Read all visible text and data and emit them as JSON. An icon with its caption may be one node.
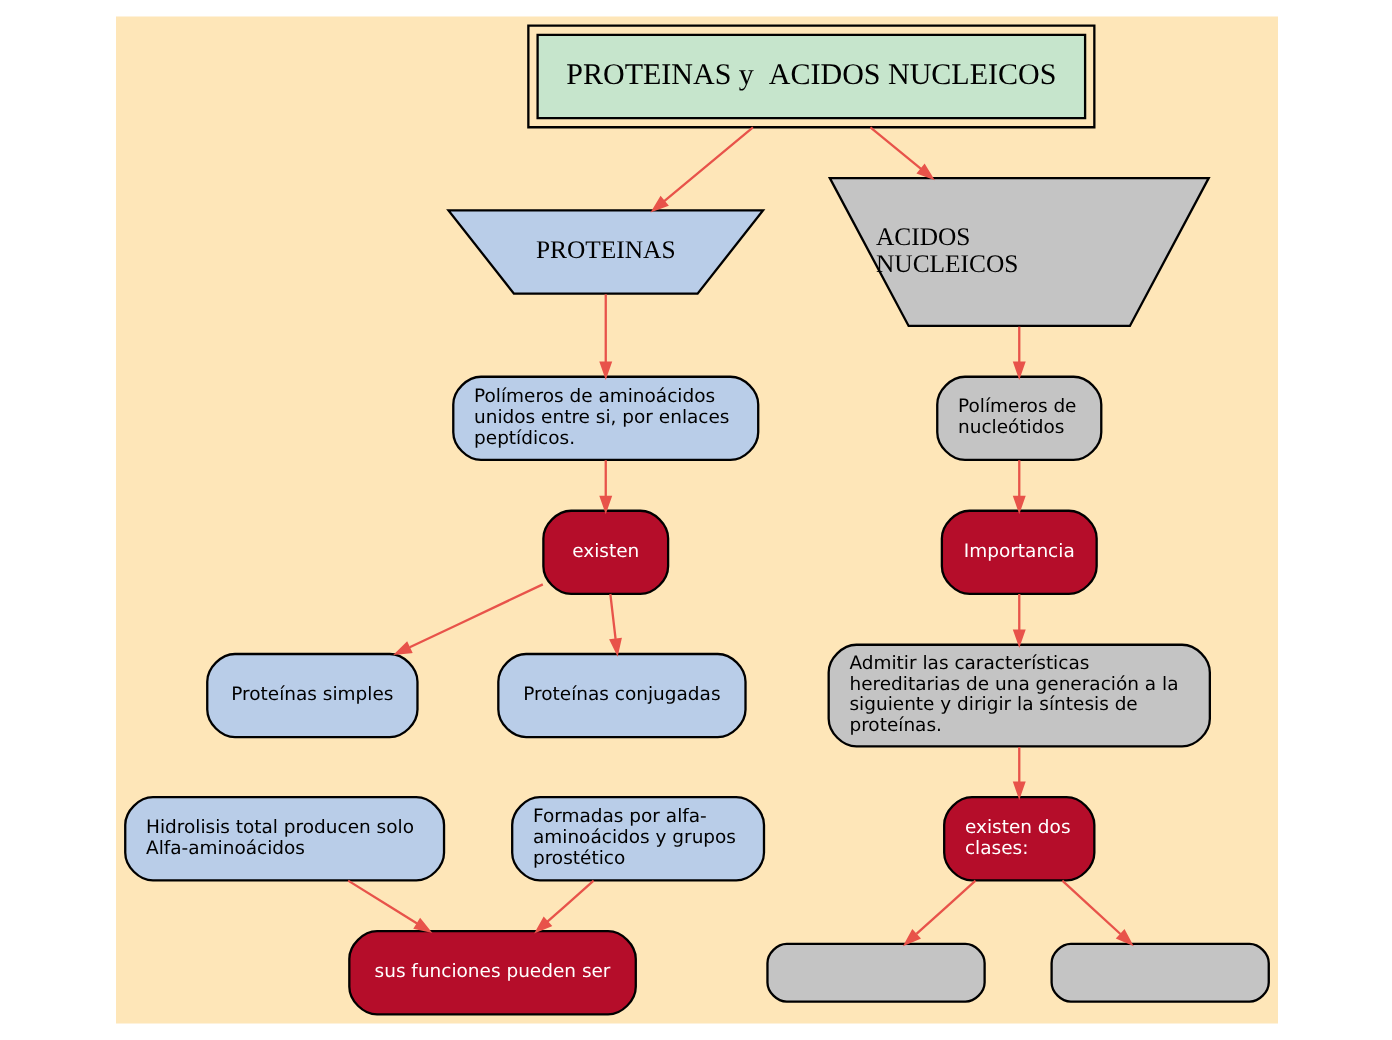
{
  "diagram": {
    "nodes": [
      {
        "text": [
          "PROTEINAS y  ACIDOS NUCLEICOS"
        ]
      },
      {
        "text": [
          "PROTEINAS"
        ]
      },
      {
        "text": [
          "ACIDOS NUCLEICOS"
        ]
      },
      {
        "text": [
          "Polímeros de aminoácidos unidos entre si, por enlaces peptídicos."
        ]
      },
      {
        "text": [
          "existen"
        ]
      },
      {
        "text": [
          "Proteínas simples"
        ]
      },
      {
        "text": [
          "Proteínas conjugadas"
        ]
      },
      {
        "text": [
          "Hidrolisis total producen solo Alfa-aminoácidos"
        ]
      },
      {
        "text": [
          "Formadas por alfa-aminoácidos y grupos prostético"
        ]
      },
      {
        "text": [
          "sus funciones pueden ser"
        ]
      },
      {
        "text": [
          "Polímeros de nucleótidos"
        ]
      },
      {
        "text": [
          "Importancia"
        ]
      },
      {
        "text": [
          "Admitir las características hereditarias de una generación a la siguiente y dirigir la síntesis de proteínas."
        ]
      },
      {
        "text": [
          "existen dos clases:"
        ]
      },
      {
        "text": [],
        "shape": "box"
      },
      {
        "text": [],
        "shape": "box"
      }
    ],
    "edges": [
      {
        "from": 0,
        "to": 1,
        "arrow": "to"
      },
      {
        "from": 0,
        "to": 2,
        "arrow": "to"
      },
      {
        "from": 1,
        "to": 3,
        "arrow": "to"
      },
      {
        "from": 3,
        "to": 4,
        "arrow": "to"
      },
      {
        "from": 4,
        "to": 5,
        "arrow": "to"
      },
      {
        "from": 4,
        "to": 6,
        "arrow": "to"
      },
      {
        "from": 7,
        "to": 9,
        "arrow": "to"
      },
      {
        "from": 8,
        "to": 9,
        "arrow": "to"
      },
      {
        "from": 2,
        "to": 10,
        "arrow": "to"
      },
      {
        "from": 10,
        "to": 11,
        "arrow": "to"
      },
      {
        "from": 11,
        "to": 12,
        "arrow": "to"
      },
      {
        "from": 12,
        "to": 13,
        "arrow": "to"
      },
      {
        "from": 13,
        "to": 14,
        "arrow": "to"
      },
      {
        "from": 13,
        "to": 15,
        "arrow": "to"
      }
    ]
  }
}
